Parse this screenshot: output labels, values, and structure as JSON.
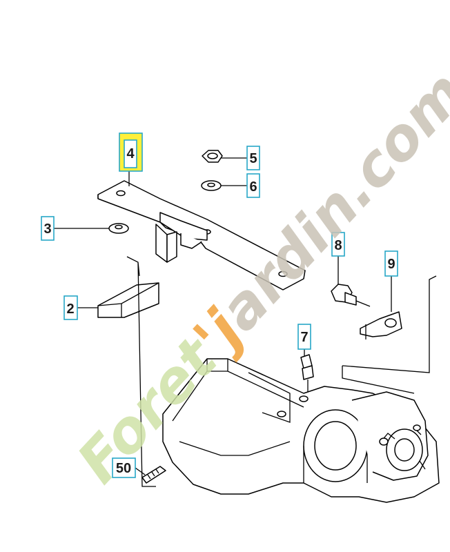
{
  "callouts": [
    {
      "id": "4",
      "label": "4",
      "highlighted": true
    },
    {
      "id": "5",
      "label": "5",
      "highlighted": false
    },
    {
      "id": "6",
      "label": "6",
      "highlighted": false
    },
    {
      "id": "3",
      "label": "3",
      "highlighted": false
    },
    {
      "id": "8",
      "label": "8",
      "highlighted": false
    },
    {
      "id": "9",
      "label": "9",
      "highlighted": false
    },
    {
      "id": "2",
      "label": "2",
      "highlighted": false
    },
    {
      "id": "7",
      "label": "7",
      "highlighted": false
    },
    {
      "id": "50",
      "label": "50",
      "highlighted": false
    }
  ],
  "watermark": {
    "text_green": "Foret",
    "text_orange": "'j",
    "text_gray": "ardin.com",
    "colors": {
      "green": "#cfe2a7",
      "orange": "#f2a23a",
      "gray": "#c9c3b6"
    }
  },
  "colors": {
    "box_border": "#26a7c7",
    "highlight": "#ffef3a"
  }
}
